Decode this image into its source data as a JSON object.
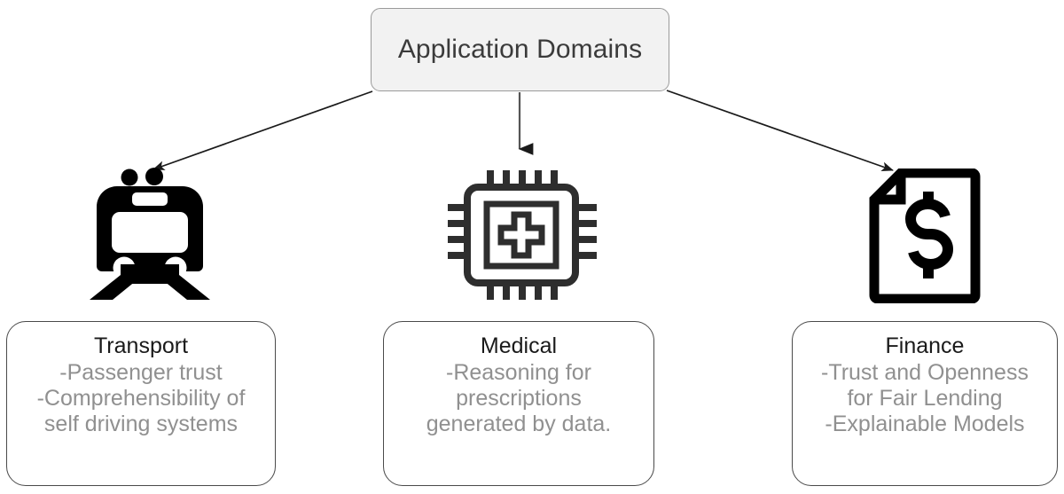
{
  "diagram": {
    "type": "tree-diagram",
    "root": {
      "label": "Application Domains",
      "fill": "#f2f2f2",
      "border": "#9a9a9a"
    },
    "edges": [
      {
        "name": "root-to-transport",
        "from": "Application Domains",
        "to": "Transport",
        "style": "arrow"
      },
      {
        "name": "root-to-medical",
        "from": "Application Domains",
        "to": "Medical",
        "style": "arrow"
      },
      {
        "name": "root-to-finance",
        "from": "Application Domains",
        "to": "Finance",
        "style": "arrow"
      }
    ],
    "branches": [
      {
        "id": "transport",
        "icon": "train-icon",
        "title": "Transport",
        "lines": [
          "-Passenger trust",
          "-Comprehensibility of",
          "self driving systems"
        ]
      },
      {
        "id": "medical",
        "icon": "medical-chip-icon",
        "title": "Medical",
        "lines": [
          "-Reasoning for",
          "prescriptions",
          "generated by data."
        ]
      },
      {
        "id": "finance",
        "icon": "dollar-document-icon",
        "title": "Finance",
        "lines": [
          "-Trust and Openness",
          "for Fair Lending",
          "-Explainable Models"
        ]
      }
    ],
    "colors": {
      "title_text": "#1a1a1a",
      "body_text": "#909090",
      "root_text": "#3b3b3b",
      "node_border": "#4a4a4a",
      "icon": "#000000",
      "edge": "#1a1a1a"
    }
  }
}
